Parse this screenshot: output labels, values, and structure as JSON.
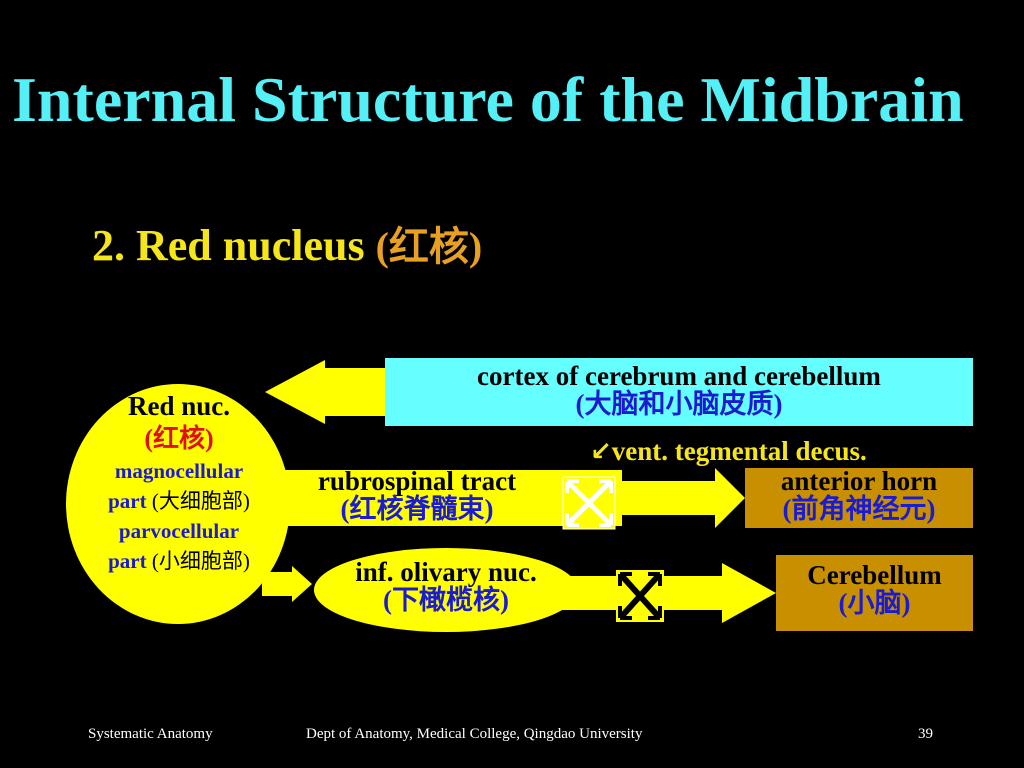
{
  "slide": {
    "title": "Internal Structure of the Midbrain",
    "subtitle_main": "2. Red nucleus ",
    "subtitle_zh": "(红核)"
  },
  "diagram": {
    "red_nucleus": {
      "label": "Red nuc.",
      "label_zh": "(红核)",
      "magno_1": "magnocellular",
      "magno_2_en": "part ",
      "magno_2_zh": "(大细胞部)",
      "parvo_1": "parvocellular",
      "parvo_2_en": "part ",
      "parvo_2_zh": "(小细胞部)"
    },
    "cortex_box": {
      "line1": "cortex of cerebrum and cerebellum",
      "line2": "(大脑和小脑皮质)"
    },
    "decussation_note": "vent. tegmental decus.",
    "rubrospinal": {
      "line1": "rubrospinal tract",
      "line2": "(红核脊髓束)"
    },
    "anterior_horn": {
      "line1": "anterior horn",
      "line2": "(前角神经元)"
    },
    "olivary": {
      "line1": "inf. olivary nuc.",
      "line2": "(下橄榄核)"
    },
    "cerebellum": {
      "line1": "Cerebellum",
      "line2": "(小脑)"
    },
    "colors": {
      "red_nucleus_fill": "#ffff00",
      "cortex_fill": "#66ffff",
      "target_fill": "#c89000",
      "arrow_fill": "#ffff00"
    }
  },
  "footer": {
    "left": "Systematic Anatomy",
    "center": "Dept of Anatomy, Medical College, Qingdao University",
    "page": "39"
  }
}
